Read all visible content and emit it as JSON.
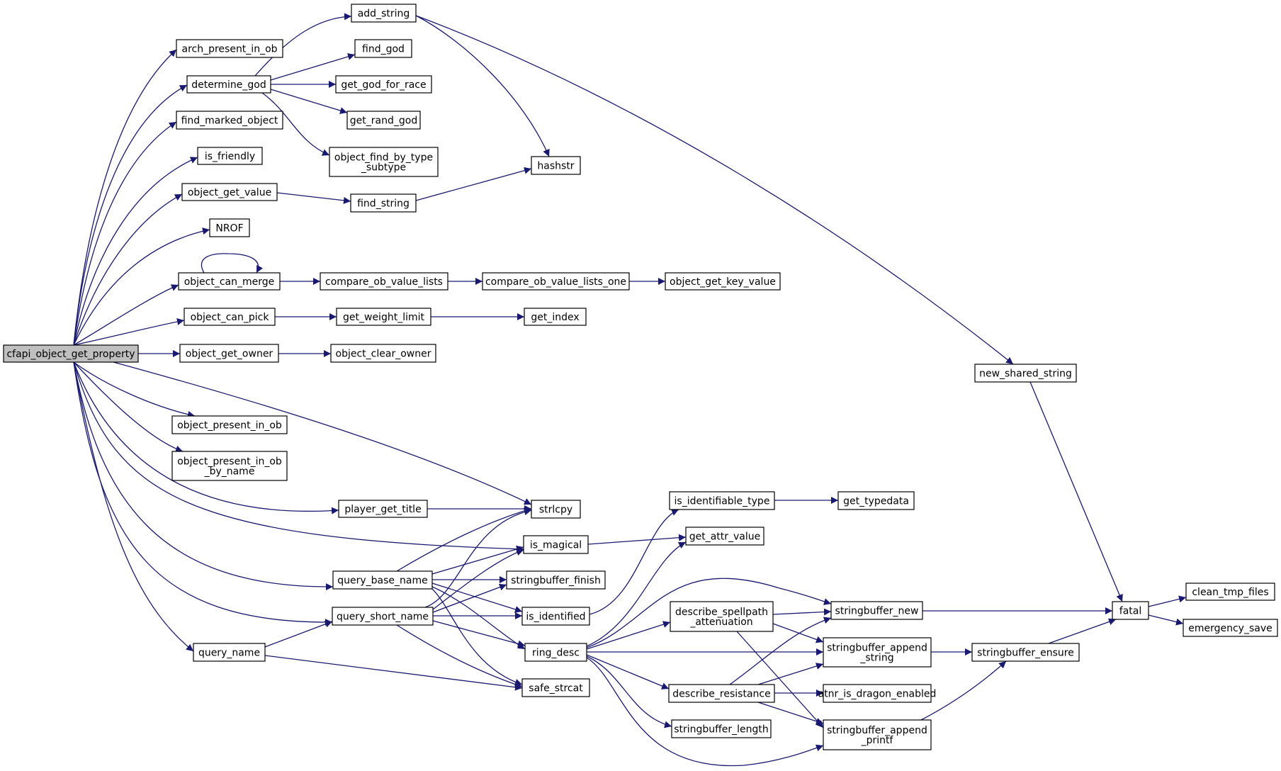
{
  "colors": {
    "edge": "#191970",
    "node_fill": "#ffffff",
    "root_fill": "#bfbfbf",
    "node_border": "#000000",
    "truncated_border": "#ff0000"
  },
  "nodes": [
    {
      "id": "root",
      "lines": [
        "cfapi_object_get_property"
      ],
      "style": "root"
    },
    {
      "id": "arch_present_in_ob",
      "lines": [
        "arch_present_in_ob"
      ]
    },
    {
      "id": "determine_god",
      "lines": [
        "determine_god"
      ]
    },
    {
      "id": "find_marked_object",
      "lines": [
        "find_marked_object"
      ]
    },
    {
      "id": "is_friendly",
      "lines": [
        "is_friendly"
      ]
    },
    {
      "id": "object_get_value",
      "lines": [
        "object_get_value"
      ]
    },
    {
      "id": "NROF",
      "lines": [
        "NROF"
      ]
    },
    {
      "id": "object_can_merge",
      "lines": [
        "object_can_merge"
      ]
    },
    {
      "id": "object_can_pick",
      "lines": [
        "object_can_pick"
      ]
    },
    {
      "id": "object_get_owner",
      "lines": [
        "object_get_owner"
      ]
    },
    {
      "id": "object_present_in_ob",
      "lines": [
        "object_present_in_ob"
      ]
    },
    {
      "id": "object_present_in_ob_by_name",
      "lines": [
        "object_present_in_ob",
        "_by_name"
      ]
    },
    {
      "id": "player_get_title",
      "lines": [
        "player_get_title"
      ]
    },
    {
      "id": "query_base_name",
      "lines": [
        "query_base_name"
      ]
    },
    {
      "id": "query_short_name",
      "lines": [
        "query_short_name"
      ]
    },
    {
      "id": "query_name",
      "lines": [
        "query_name"
      ]
    },
    {
      "id": "add_string",
      "lines": [
        "add_string"
      ]
    },
    {
      "id": "find_god",
      "lines": [
        "find_god"
      ]
    },
    {
      "id": "get_god_for_race",
      "lines": [
        "get_god_for_race"
      ]
    },
    {
      "id": "get_rand_god",
      "lines": [
        "get_rand_god"
      ]
    },
    {
      "id": "object_find_by_type_subtype",
      "lines": [
        "object_find_by_type",
        "_subtype"
      ]
    },
    {
      "id": "find_string",
      "lines": [
        "find_string"
      ]
    },
    {
      "id": "compare_ob_value_lists",
      "lines": [
        "compare_ob_value_lists"
      ]
    },
    {
      "id": "get_weight_limit",
      "lines": [
        "get_weight_limit"
      ]
    },
    {
      "id": "object_clear_owner",
      "lines": [
        "object_clear_owner"
      ]
    },
    {
      "id": "hashstr",
      "lines": [
        "hashstr"
      ]
    },
    {
      "id": "compare_ob_value_lists_one",
      "lines": [
        "compare_ob_value_lists_one"
      ]
    },
    {
      "id": "get_index",
      "lines": [
        "get_index"
      ]
    },
    {
      "id": "object_get_key_value",
      "lines": [
        "object_get_key_value"
      ]
    },
    {
      "id": "strlcpy",
      "lines": [
        "strlcpy"
      ]
    },
    {
      "id": "is_magical",
      "lines": [
        "is_magical"
      ]
    },
    {
      "id": "stringbuffer_finish",
      "lines": [
        "stringbuffer_finish"
      ]
    },
    {
      "id": "is_identified",
      "lines": [
        "is_identified"
      ]
    },
    {
      "id": "ring_desc",
      "lines": [
        "ring_desc"
      ]
    },
    {
      "id": "safe_strcat",
      "lines": [
        "safe_strcat"
      ]
    },
    {
      "id": "is_identifiable_type",
      "lines": [
        "is_identifiable_type"
      ]
    },
    {
      "id": "get_typedata",
      "lines": [
        "get_typedata"
      ]
    },
    {
      "id": "get_attr_value",
      "lines": [
        "get_attr_value"
      ]
    },
    {
      "id": "describe_spellpath_attenuation",
      "lines": [
        "describe_spellpath",
        "_attenuation"
      ]
    },
    {
      "id": "describe_resistance",
      "lines": [
        "describe_resistance"
      ]
    },
    {
      "id": "stringbuffer_length",
      "lines": [
        "stringbuffer_length"
      ]
    },
    {
      "id": "stringbuffer_new",
      "lines": [
        "stringbuffer_new"
      ]
    },
    {
      "id": "stringbuffer_append_string",
      "lines": [
        "stringbuffer_append",
        "_string"
      ]
    },
    {
      "id": "atnr_is_dragon_enabled",
      "lines": [
        "atnr_is_dragon_enabled"
      ]
    },
    {
      "id": "stringbuffer_append_printf",
      "lines": [
        "stringbuffer_append",
        "_printf"
      ]
    },
    {
      "id": "new_shared_string",
      "lines": [
        "new_shared_string"
      ]
    },
    {
      "id": "stringbuffer_ensure",
      "lines": [
        "stringbuffer_ensure"
      ]
    },
    {
      "id": "fatal",
      "lines": [
        "fatal"
      ]
    },
    {
      "id": "clean_tmp_files",
      "lines": [
        "clean_tmp_files"
      ],
      "style": "truncated"
    },
    {
      "id": "emergency_save",
      "lines": [
        "emergency_save"
      ],
      "style": "truncated"
    }
  ],
  "edges": [
    [
      "root",
      "arch_present_in_ob"
    ],
    [
      "root",
      "determine_god"
    ],
    [
      "root",
      "find_marked_object"
    ],
    [
      "root",
      "is_friendly"
    ],
    [
      "root",
      "object_get_value"
    ],
    [
      "root",
      "NROF"
    ],
    [
      "root",
      "object_can_merge"
    ],
    [
      "root",
      "object_can_pick"
    ],
    [
      "root",
      "object_get_owner"
    ],
    [
      "root",
      "object_present_in_ob"
    ],
    [
      "root",
      "object_present_in_ob_by_name"
    ],
    [
      "root",
      "strlcpy"
    ],
    [
      "root",
      "player_get_title"
    ],
    [
      "root",
      "is_magical"
    ],
    [
      "root",
      "query_base_name"
    ],
    [
      "root",
      "query_short_name"
    ],
    [
      "root",
      "query_name"
    ],
    [
      "determine_god",
      "add_string"
    ],
    [
      "determine_god",
      "find_god"
    ],
    [
      "determine_god",
      "get_god_for_race"
    ],
    [
      "determine_god",
      "get_rand_god"
    ],
    [
      "determine_god",
      "object_find_by_type_subtype"
    ],
    [
      "add_string",
      "hashstr"
    ],
    [
      "add_string",
      "new_shared_string"
    ],
    [
      "object_get_value",
      "find_string"
    ],
    [
      "find_string",
      "hashstr"
    ],
    [
      "object_can_merge",
      "object_can_merge"
    ],
    [
      "object_can_merge",
      "compare_ob_value_lists"
    ],
    [
      "compare_ob_value_lists",
      "compare_ob_value_lists_one"
    ],
    [
      "compare_ob_value_lists_one",
      "object_get_key_value"
    ],
    [
      "object_can_pick",
      "get_weight_limit"
    ],
    [
      "get_weight_limit",
      "get_index"
    ],
    [
      "object_get_owner",
      "object_clear_owner"
    ],
    [
      "player_get_title",
      "strlcpy"
    ],
    [
      "query_base_name",
      "strlcpy"
    ],
    [
      "query_base_name",
      "is_magical"
    ],
    [
      "query_base_name",
      "stringbuffer_finish"
    ],
    [
      "query_base_name",
      "is_identified"
    ],
    [
      "query_base_name",
      "ring_desc"
    ],
    [
      "query_base_name",
      "safe_strcat"
    ],
    [
      "query_short_name",
      "strlcpy"
    ],
    [
      "query_short_name",
      "is_magical"
    ],
    [
      "query_short_name",
      "stringbuffer_finish"
    ],
    [
      "query_short_name",
      "is_identified"
    ],
    [
      "query_short_name",
      "ring_desc"
    ],
    [
      "query_short_name",
      "safe_strcat"
    ],
    [
      "query_name",
      "query_short_name"
    ],
    [
      "query_name",
      "safe_strcat"
    ],
    [
      "is_magical",
      "get_attr_value"
    ],
    [
      "is_identified",
      "is_identifiable_type"
    ],
    [
      "is_identifiable_type",
      "get_typedata"
    ],
    [
      "ring_desc",
      "get_attr_value"
    ],
    [
      "ring_desc",
      "stringbuffer_new"
    ],
    [
      "ring_desc",
      "describe_spellpath_attenuation"
    ],
    [
      "ring_desc",
      "stringbuffer_append_string"
    ],
    [
      "ring_desc",
      "describe_resistance"
    ],
    [
      "ring_desc",
      "stringbuffer_length"
    ],
    [
      "ring_desc",
      "stringbuffer_append_printf"
    ],
    [
      "describe_spellpath_attenuation",
      "stringbuffer_new"
    ],
    [
      "describe_spellpath_attenuation",
      "stringbuffer_append_string"
    ],
    [
      "describe_spellpath_attenuation",
      "stringbuffer_append_printf"
    ],
    [
      "describe_resistance",
      "stringbuffer_new"
    ],
    [
      "describe_resistance",
      "stringbuffer_append_string"
    ],
    [
      "describe_resistance",
      "atnr_is_dragon_enabled"
    ],
    [
      "describe_resistance",
      "stringbuffer_append_printf"
    ],
    [
      "stringbuffer_new",
      "fatal"
    ],
    [
      "stringbuffer_append_string",
      "stringbuffer_ensure"
    ],
    [
      "stringbuffer_append_printf",
      "stringbuffer_ensure"
    ],
    [
      "stringbuffer_ensure",
      "fatal"
    ],
    [
      "new_shared_string",
      "fatal"
    ],
    [
      "fatal",
      "clean_tmp_files"
    ],
    [
      "fatal",
      "emergency_save"
    ]
  ]
}
